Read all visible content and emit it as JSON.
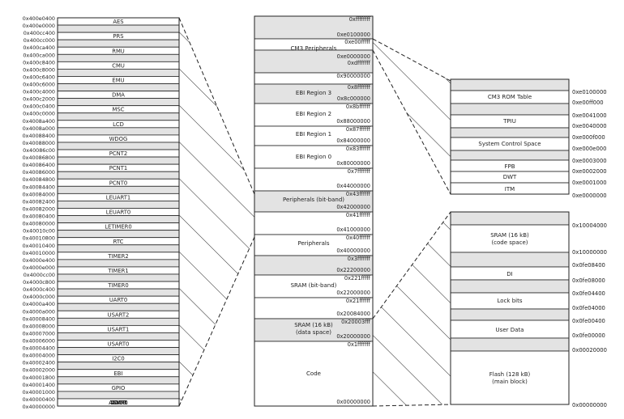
{
  "left_column": {
    "addresses": [
      "0x400e0400",
      "0x400e0000",
      "0x400cc400",
      "0x400cc000",
      "0x400ca400",
      "0x400ca000",
      "0x400c8400",
      "0x400c8000",
      "0x400c6400",
      "0x400c6000",
      "0x400c4000",
      "0x400c2000",
      "0x400c0400",
      "0x400c0000",
      "0x4008a400",
      "0x4008a000",
      "0x40088400",
      "0x40088000",
      "0x40086c00",
      "0x40086800",
      "0x40086400",
      "0x40086000",
      "0x40084800",
      "0x40084400",
      "0x40084000",
      "0x40082400",
      "0x40082000",
      "0x40080400",
      "0x40080000",
      "0x40010c00",
      "0x40010800",
      "0x40010400",
      "0x40010000",
      "0x4000e400",
      "0x4000e000",
      "0x4000cc00",
      "0x4000c800",
      "0x4000c400",
      "0x4000c000",
      "0x4000a400",
      "0x4000a000",
      "0x40008400",
      "0x40008000",
      "0x40007000",
      "0x40006000",
      "0x40004400",
      "0x40004000",
      "0x40002400",
      "0x40002000",
      "0x40001800",
      "0x40001400",
      "0x40001000",
      "0x40000400",
      "0x40000000"
    ],
    "labels": [
      "AES",
      "PRS",
      "RMU",
      "CMU",
      "EMU",
      "DMA",
      "MSC",
      "LCD",
      "WDOG",
      "PCNT2",
      "PCNT1",
      "PCNT0",
      "LEUART1",
      "LEUART0",
      "LETIMER0",
      "RTC",
      "TIMER2",
      "TIMER1",
      "TIMER0",
      "UART0",
      "USART2",
      "USART1",
      "USART0",
      "I2C0",
      "EBI",
      "GPIO",
      "DAC0",
      "ADC0",
      "ACMP1",
      "ACMP0",
      "VCMP"
    ]
  },
  "middle_column": {
    "addresses": [
      "0xffffffff",
      "0xe0100000",
      "0xe00fffff",
      "0xe0000000",
      "0xdfffffff",
      "0x90000000",
      "0x8fffffff",
      "0x8c000000",
      "0x8bffffff",
      "0x88000000",
      "0x87ffffff",
      "0x84000000",
      "0x83ffffff",
      "0x80000000",
      "0x7fffffff",
      "0x44000000",
      "0x43ffffff",
      "0x42000000",
      "0x41ffffff",
      "0x41000000",
      "0x40ffffff",
      "0x40000000",
      "0x3fffffff",
      "0x22200000",
      "0x221fffff",
      "0x22000000",
      "0x21ffffff",
      "0x20084000",
      "0x20003fff",
      "0x20000000",
      "0x1fffffff",
      "0x00000000"
    ],
    "labels": [
      "CM3 Peripherals",
      "EBI Region 3",
      "EBI Region 2",
      "EBI Region 1",
      "EBI Region 0",
      "Peripherals (bit-band)",
      "Peripherals",
      "SRAM (bit-band)",
      "SRAM (16 kB)",
      "(data space)",
      "Code"
    ]
  },
  "right_top": {
    "labels": [
      "CM3 ROM Table",
      "TPIU",
      "System Control Space",
      "FPB",
      "DWT",
      "ITM"
    ],
    "addresses": [
      "0xe0100000",
      "0xe00ff000",
      "0xe0041000",
      "0xe0040000",
      "0xe000f000",
      "0xe000e000",
      "0xe0003000",
      "0xe0002000",
      "0xe0001000",
      "0xe0000000"
    ]
  },
  "right_bottom": {
    "labels": [
      "SRAM (16 kB)",
      "(code space)",
      "DI",
      "Lock bits",
      "User Data",
      "Flash (128 kB)",
      "(main block)"
    ],
    "addresses": [
      "0x10004000",
      "0x10000000",
      "0x0fe08400",
      "0x0fe08000",
      "0x0fe04400",
      "0x0fe04000",
      "0x0fe00400",
      "0x0fe00000",
      "0x00020000",
      "0x00000000"
    ]
  },
  "colors": {
    "shaded": "#e3e3e3",
    "blank": "#ffffff",
    "stroke": "#222222",
    "text": "#222222"
  }
}
